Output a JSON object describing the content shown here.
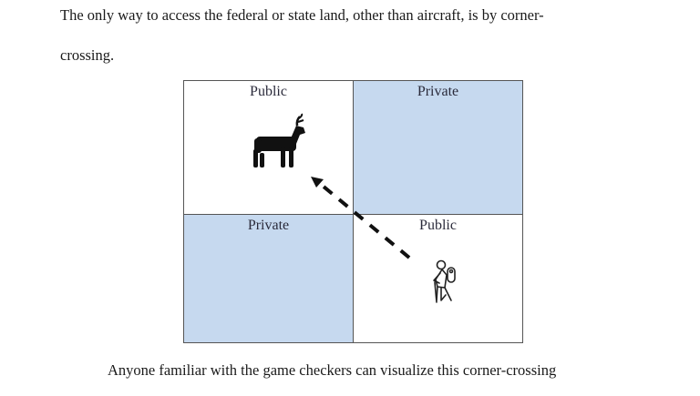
{
  "document": {
    "paragraph_line1": "The only way to access the federal or state land, other than aircraft, is by corner-",
    "paragraph_line2": "crossing.",
    "caption": "Anyone familiar with the game checkers can visualize this corner-crossing"
  },
  "diagram": {
    "cells": [
      {
        "position": "top-left",
        "label": "Public",
        "fill": "#ffffff",
        "icon": "deer-icon"
      },
      {
        "position": "top-right",
        "label": "Private",
        "fill": "#c6d9ef"
      },
      {
        "position": "bottom-left",
        "label": "Private",
        "fill": "#c6d9ef"
      },
      {
        "position": "bottom-right",
        "label": "Public",
        "fill": "#ffffff",
        "icon": "hiker-icon"
      }
    ],
    "arrow": {
      "style": "dashed",
      "direction": "from bottom-right to top-left across shared corner",
      "color": "#111111"
    }
  }
}
